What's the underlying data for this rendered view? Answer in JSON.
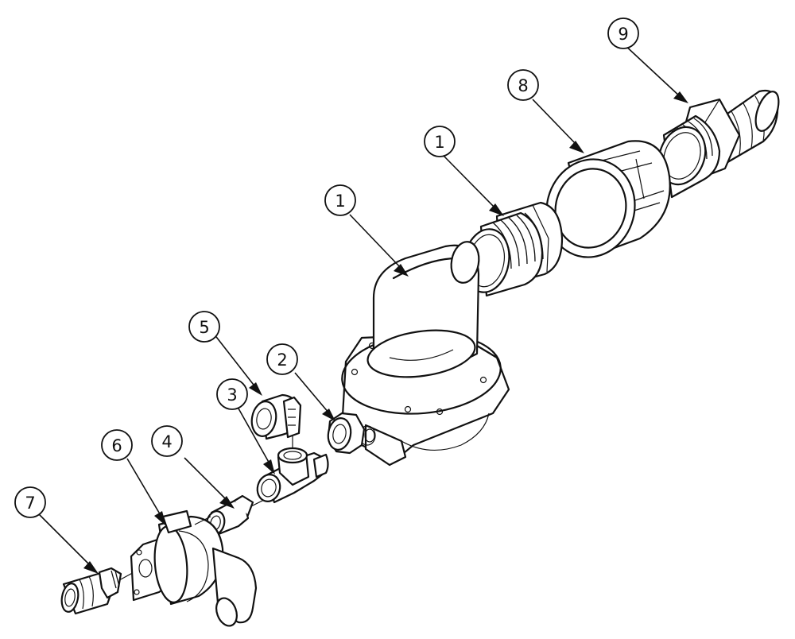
{
  "diagram": {
    "callouts": [
      {
        "id": "c1a",
        "label": "1",
        "part": "elbow-housing"
      },
      {
        "id": "c1b",
        "label": "1",
        "part": "threaded-nipple"
      },
      {
        "id": "c2",
        "label": "2",
        "part": "hex-bushing"
      },
      {
        "id": "c3",
        "label": "3",
        "part": "tee-fitting"
      },
      {
        "id": "c4",
        "label": "4",
        "part": "check-valve"
      },
      {
        "id": "c5",
        "label": "5",
        "part": "small-nipple"
      },
      {
        "id": "c6",
        "label": "6",
        "part": "solenoid-valve"
      },
      {
        "id": "c7",
        "label": "7",
        "part": "hose-barb-small"
      },
      {
        "id": "c8",
        "label": "8",
        "part": "coupling-nut"
      },
      {
        "id": "c9",
        "label": "9",
        "part": "hose-barb-large"
      }
    ]
  }
}
